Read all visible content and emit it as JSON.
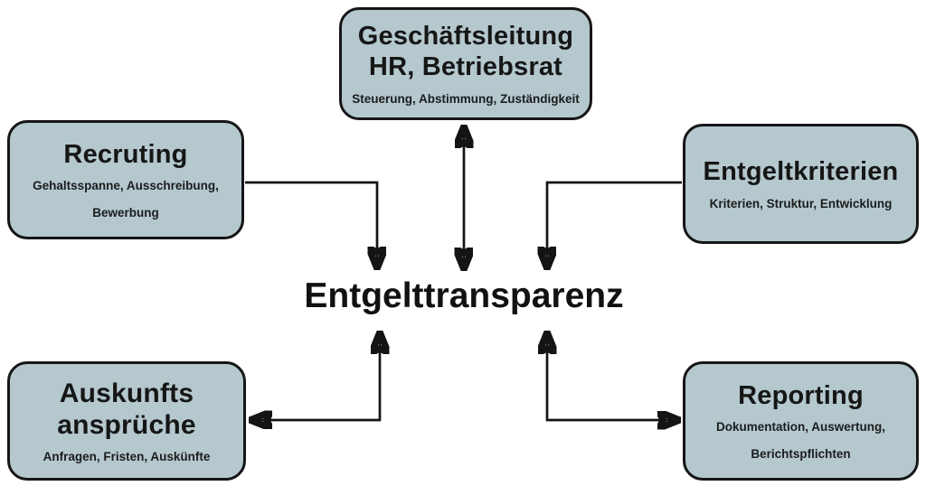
{
  "diagram_title": "Entgelttransparenz",
  "colors": {
    "background": "#ffffff",
    "node_fill": "#b4c8ce",
    "node_border": "#161616",
    "arrow": "#141414",
    "title_text": "#161616",
    "subtitle_text": "#1c1c1c"
  },
  "center": {
    "title": "Entgelttransparenz"
  },
  "nodes": {
    "management": {
      "title_lines": [
        "Geschäftsleitung",
        "HR, Betriebsrat"
      ],
      "subtitle_lines": [
        "Steuerung, Abstimmung, Zuständigkeit"
      ]
    },
    "recruting": {
      "title_lines": [
        "Recruting"
      ],
      "subtitle_lines": [
        "Gehaltsspanne, Ausschreibung,",
        "Bewerbung"
      ]
    },
    "entgeltkriterien": {
      "title_lines": [
        "Entgeltkriterien"
      ],
      "subtitle_lines": [
        "Kriterien, Struktur, Entwicklung"
      ]
    },
    "auskunftsansprueche": {
      "title_lines": [
        "Auskunfts",
        "ansprüche"
      ],
      "subtitle_lines": [
        "Anfragen, Fristen, Auskünfte"
      ]
    },
    "reporting": {
      "title_lines": [
        "Reporting"
      ],
      "subtitle_lines": [
        "Dokumentation, Auswertung,",
        "Berichtspflichten"
      ]
    }
  },
  "connections": [
    {
      "from": "management",
      "to": "center",
      "arrows": "both"
    },
    {
      "from": "recruting",
      "to": "center",
      "arrows": "to-center"
    },
    {
      "from": "entgeltkriterien",
      "to": "center",
      "arrows": "to-center"
    },
    {
      "from": "center",
      "to": "auskunftsansprueche",
      "arrows": "both"
    },
    {
      "from": "center",
      "to": "reporting",
      "arrows": "both"
    }
  ]
}
